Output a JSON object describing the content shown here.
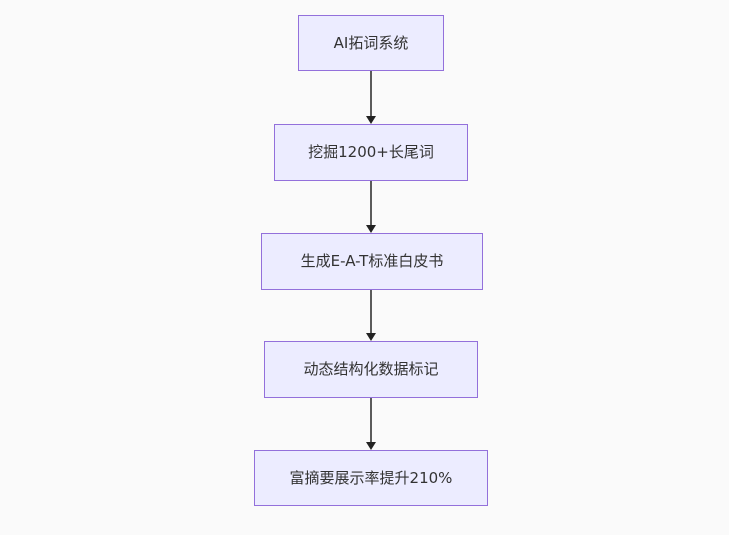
{
  "diagram": {
    "type": "flowchart",
    "direction": "top-to-bottom",
    "nodes": [
      {
        "id": "n1",
        "label": "AI拓词系统"
      },
      {
        "id": "n2",
        "label": "挖掘1200+长尾词"
      },
      {
        "id": "n3",
        "label": "生成E-A-T标准白皮书"
      },
      {
        "id": "n4",
        "label": "动态结构化数据标记"
      },
      {
        "id": "n5",
        "label": "富摘要展示率提升210%"
      }
    ],
    "edges": [
      {
        "from": "n1",
        "to": "n2",
        "style": "arrow-down"
      },
      {
        "from": "n2",
        "to": "n3",
        "style": "arrow-down"
      },
      {
        "from": "n3",
        "to": "n4",
        "style": "arrow-down"
      },
      {
        "from": "n4",
        "to": "n5",
        "style": "arrow-down"
      }
    ],
    "colors": {
      "background": "#fafafa",
      "node_fill": "#ECECFF",
      "node_border": "#9370DB",
      "edge_line": "#5b5b5b",
      "edge_arrowhead": "#222222",
      "text": "#333333"
    }
  }
}
